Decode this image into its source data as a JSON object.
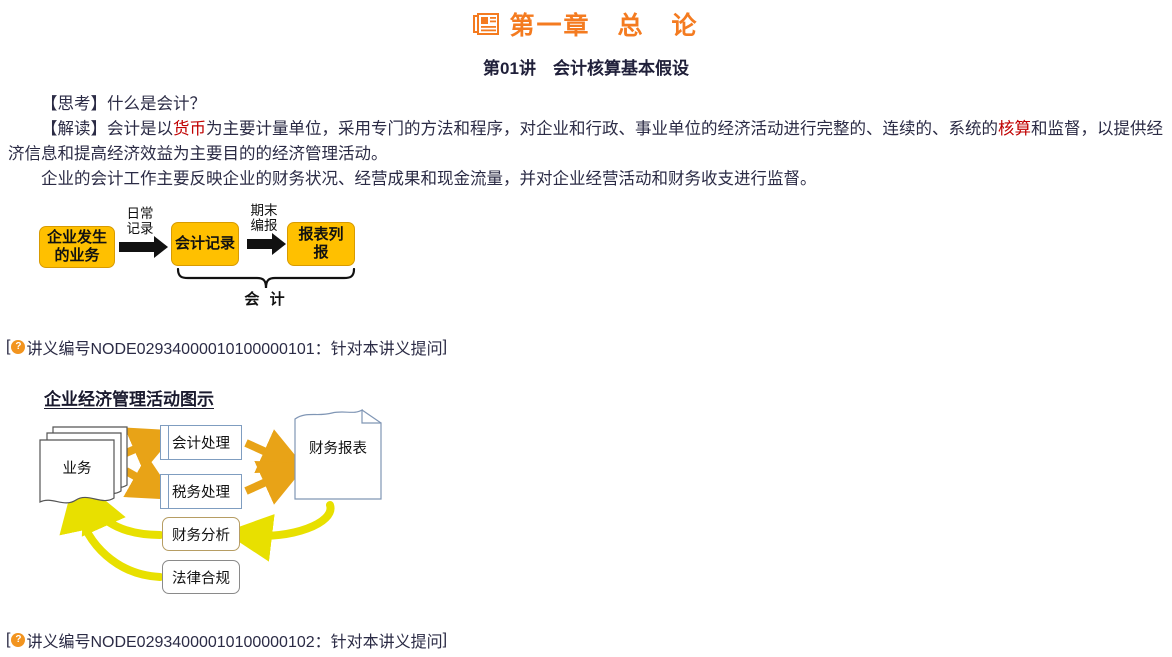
{
  "header": {
    "icon": "newspaper-icon",
    "title": "第一章　总　论",
    "color": "#F47B20"
  },
  "lecture": {
    "subtitle": "第01讲　会计核算基本假设"
  },
  "content": {
    "paragraphs": [
      {
        "id": "thinking",
        "prefix": "【思考】",
        "text": "【思考】什么是会计？"
      },
      {
        "id": "interpretation-line1",
        "text_a": "【解读】会计是以",
        "highlight_a": "货币",
        "text_b": "为主要计量单位，采用专门的方法和程序，对企业和行政、事业单位的经济活动进行完整的、连续的、系统的",
        "highlight_b": "核算",
        "text_c": "和监"
      },
      {
        "id": "interpretation-line2",
        "text": "督，以提供经济信息和提高经济效益为主要目的的经济管理活动。"
      },
      {
        "id": "accounting-work",
        "text": "企业的会计工作主要反映企业的财务状况、经营成果和现金流量，并对企业经营活动和财务收支进行监督。"
      }
    ],
    "highlight_color": "#c00000"
  },
  "diagram1": {
    "name": "accounting-flow-diagram",
    "box_color": "#FFC000",
    "boxes": [
      {
        "id": "box-business",
        "label": "企业发生\n的业务"
      },
      {
        "id": "box-record",
        "label": "会计记录"
      },
      {
        "id": "box-report",
        "label": "报表列\n报"
      }
    ],
    "arrow_labels": [
      {
        "id": "label-daily",
        "text": "日常\n记录"
      },
      {
        "id": "label-period",
        "text": "期末\n编报"
      }
    ],
    "brace_label": "会 计"
  },
  "notes": [
    {
      "id": "note-0101",
      "icon": "question-icon",
      "open": "[",
      "text": "讲义编号NODE02934000010100000101：针对本讲义提问",
      "close": "]"
    },
    {
      "id": "note-0102",
      "icon": "question-icon",
      "open": "[",
      "text": "讲义编号NODE02934000010100000102：针对本讲义提问",
      "close": "]"
    }
  ],
  "diagram2": {
    "name": "enterprise-economic-management-diagram",
    "title": "企业经济管理活动图示",
    "source_label": "业务",
    "report_label": "财务报表",
    "process_boxes": [
      {
        "id": "box-accounting-processing",
        "label": "会计处理",
        "border": "#7f9dc0"
      },
      {
        "id": "box-tax-processing",
        "label": "税务处理",
        "border": "#7f9dc0"
      },
      {
        "id": "box-financial-analysis",
        "label": "财务分析",
        "border": "#b69d63"
      },
      {
        "id": "box-legal-compliance",
        "label": "法律合规",
        "border": "#8a8a8a"
      }
    ],
    "forward_arrow_color": "#E8A317",
    "feedback_arrow_color": "#E8E000"
  }
}
